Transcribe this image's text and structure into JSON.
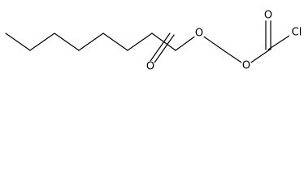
{
  "structure": {
    "atom_labels": {
      "ester_carbonyl_oxygen": "O",
      "ester_oxygen": "O",
      "carbonate_oxygen": "O",
      "chloroformyl_carbonyl_oxygen": "O",
      "chlorine": "Cl"
    }
  }
}
